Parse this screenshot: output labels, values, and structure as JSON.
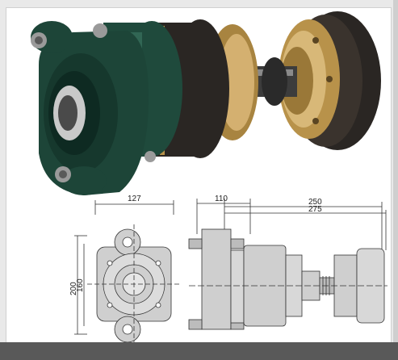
{
  "figure": {
    "dimensions": {
      "top_width": "127",
      "left_offset": "110",
      "total_length_a": "250",
      "total_length_b": "275",
      "height_outer": "200",
      "height_inner": "160"
    }
  },
  "colors": {
    "background": "#e9e9e9",
    "panel": "#ffffff",
    "housing_green": "#1f4a3c",
    "rubber_black": "#2a2623",
    "brass": "#b8924a",
    "drawing_gray": "#cfcfcf",
    "bottom_bar": "#595959"
  }
}
